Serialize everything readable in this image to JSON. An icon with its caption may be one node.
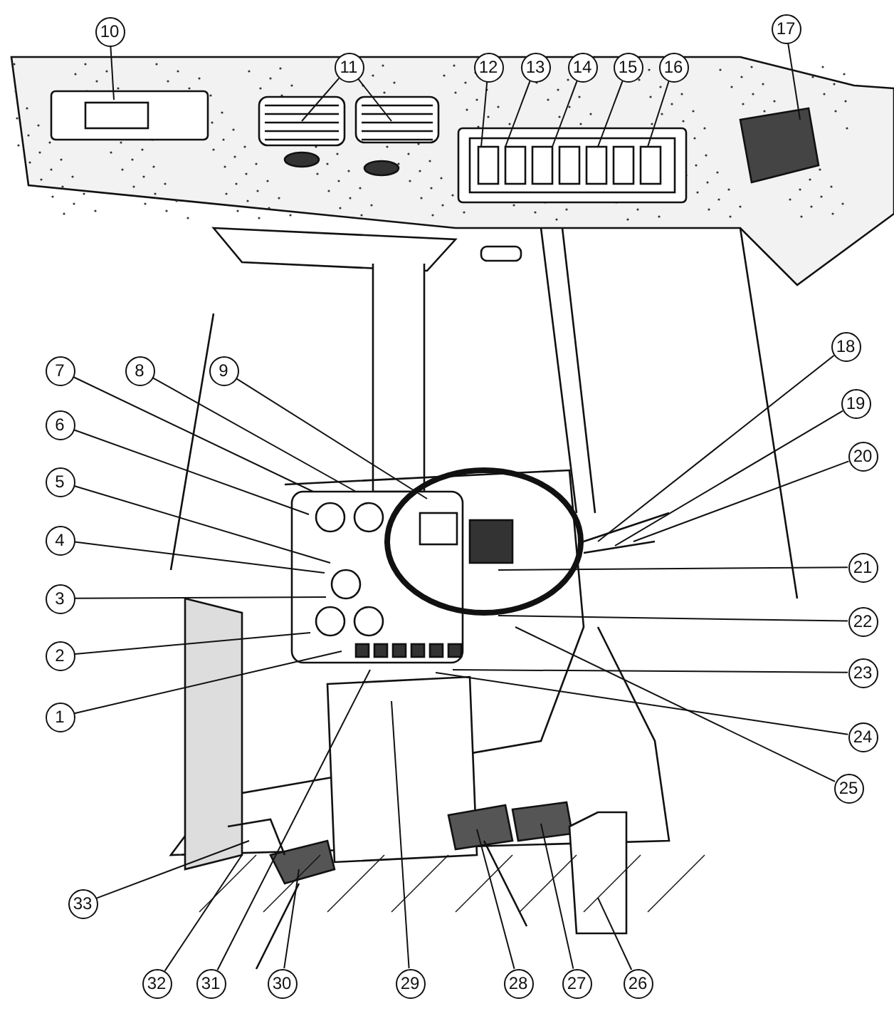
{
  "diagram": {
    "nodes": [
      {
        "text": [
          "1"
        ]
      },
      {
        "text": [
          "2"
        ]
      },
      {
        "text": [
          "3"
        ]
      },
      {
        "text": [
          "4"
        ]
      },
      {
        "text": [
          "5"
        ]
      },
      {
        "text": [
          "6"
        ]
      },
      {
        "text": [
          "7"
        ]
      },
      {
        "text": [
          "8"
        ]
      },
      {
        "text": [
          "9"
        ]
      },
      {
        "text": [
          "10"
        ]
      },
      {
        "text": [
          "11"
        ]
      },
      {
        "text": [
          "12"
        ]
      },
      {
        "text": [
          "13"
        ]
      },
      {
        "text": [
          "14"
        ]
      },
      {
        "text": [
          "15"
        ]
      },
      {
        "text": [
          "16"
        ]
      },
      {
        "text": [
          "17"
        ]
      },
      {
        "text": [
          "18"
        ]
      },
      {
        "text": [
          "19"
        ]
      },
      {
        "text": [
          "20"
        ]
      },
      {
        "text": [
          "21"
        ]
      },
      {
        "text": [
          "22"
        ]
      },
      {
        "text": [
          "23"
        ]
      },
      {
        "text": [
          "24"
        ]
      },
      {
        "text": [
          "25"
        ]
      },
      {
        "text": [
          "26"
        ]
      },
      {
        "text": [
          "27"
        ]
      },
      {
        "text": [
          "28"
        ]
      },
      {
        "text": [
          "29"
        ]
      },
      {
        "text": [
          "30"
        ]
      },
      {
        "text": [
          "31"
        ]
      },
      {
        "text": [
          "32"
        ]
      },
      {
        "text": [
          "33"
        ]
      }
    ],
    "edges": [
      {
        "from": 0,
        "to": null,
        "arrow": "none"
      },
      {
        "from": 1,
        "to": null,
        "arrow": "none"
      },
      {
        "from": 2,
        "to": null,
        "arrow": "none"
      },
      {
        "from": 3,
        "to": null,
        "arrow": "none"
      },
      {
        "from": 4,
        "to": null,
        "arrow": "none"
      },
      {
        "from": 5,
        "to": null,
        "arrow": "none"
      },
      {
        "from": 6,
        "to": null,
        "arrow": "none"
      },
      {
        "from": 7,
        "to": null,
        "arrow": "none"
      },
      {
        "from": 8,
        "to": null,
        "arrow": "none"
      },
      {
        "from": 9,
        "to": null,
        "arrow": "none"
      },
      {
        "from": 10,
        "to": null,
        "arrow": "none"
      },
      {
        "from": 10,
        "to": null,
        "arrow": "none"
      },
      {
        "from": 11,
        "to": null,
        "arrow": "none"
      },
      {
        "from": 12,
        "to": null,
        "arrow": "none"
      },
      {
        "from": 13,
        "to": null,
        "arrow": "none"
      },
      {
        "from": 14,
        "to": null,
        "arrow": "none"
      },
      {
        "from": 15,
        "to": null,
        "arrow": "none"
      },
      {
        "from": 16,
        "to": null,
        "arrow": "none"
      },
      {
        "from": 17,
        "to": null,
        "arrow": "none"
      },
      {
        "from": 18,
        "to": null,
        "arrow": "none"
      },
      {
        "from": 19,
        "to": null,
        "arrow": "none"
      },
      {
        "from": 20,
        "to": null,
        "arrow": "none"
      },
      {
        "from": 21,
        "to": null,
        "arrow": "none"
      },
      {
        "from": 22,
        "to": null,
        "arrow": "none"
      },
      {
        "from": 23,
        "to": null,
        "arrow": "none"
      },
      {
        "from": 24,
        "to": null,
        "arrow": "none"
      },
      {
        "from": 25,
        "to": null,
        "arrow": "none"
      },
      {
        "from": 26,
        "to": null,
        "arrow": "none"
      },
      {
        "from": 27,
        "to": null,
        "arrow": "none"
      },
      {
        "from": 28,
        "to": null,
        "arrow": "none"
      },
      {
        "from": 29,
        "to": null,
        "arrow": "none"
      },
      {
        "from": 30,
        "to": null,
        "arrow": "none"
      },
      {
        "from": 31,
        "to": null,
        "arrow": "none"
      },
      {
        "from": 32,
        "to": null,
        "arrow": "none"
      }
    ]
  }
}
